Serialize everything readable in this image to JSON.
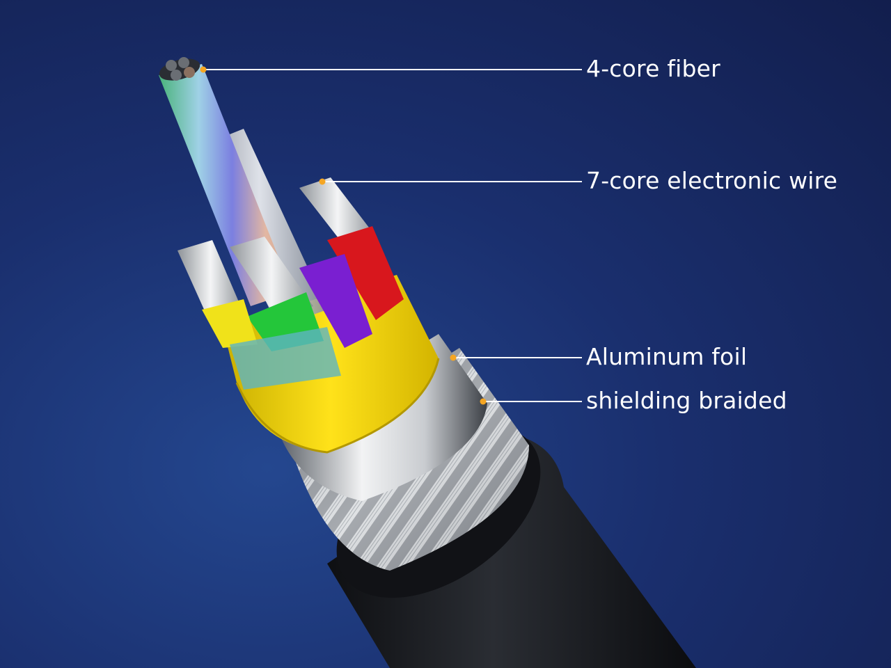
{
  "diagram": {
    "callouts": [
      {
        "id": "fiber",
        "text": "4-core fiber"
      },
      {
        "id": "wire",
        "text": "7-core electronic wire"
      },
      {
        "id": "foil",
        "text": "Aluminum foil"
      },
      {
        "id": "braid",
        "text": "shielding braided"
      }
    ],
    "colors": {
      "leader_dot": "#f5a623",
      "leader_line": "#ffffff",
      "jacket": "#1a1c20",
      "foil_band": "#f5d90c",
      "wire_red": "#d8171d",
      "wire_purple": "#7a1fd1",
      "wire_green": "#24c63a",
      "wire_yellow": "#f0e21a"
    }
  }
}
